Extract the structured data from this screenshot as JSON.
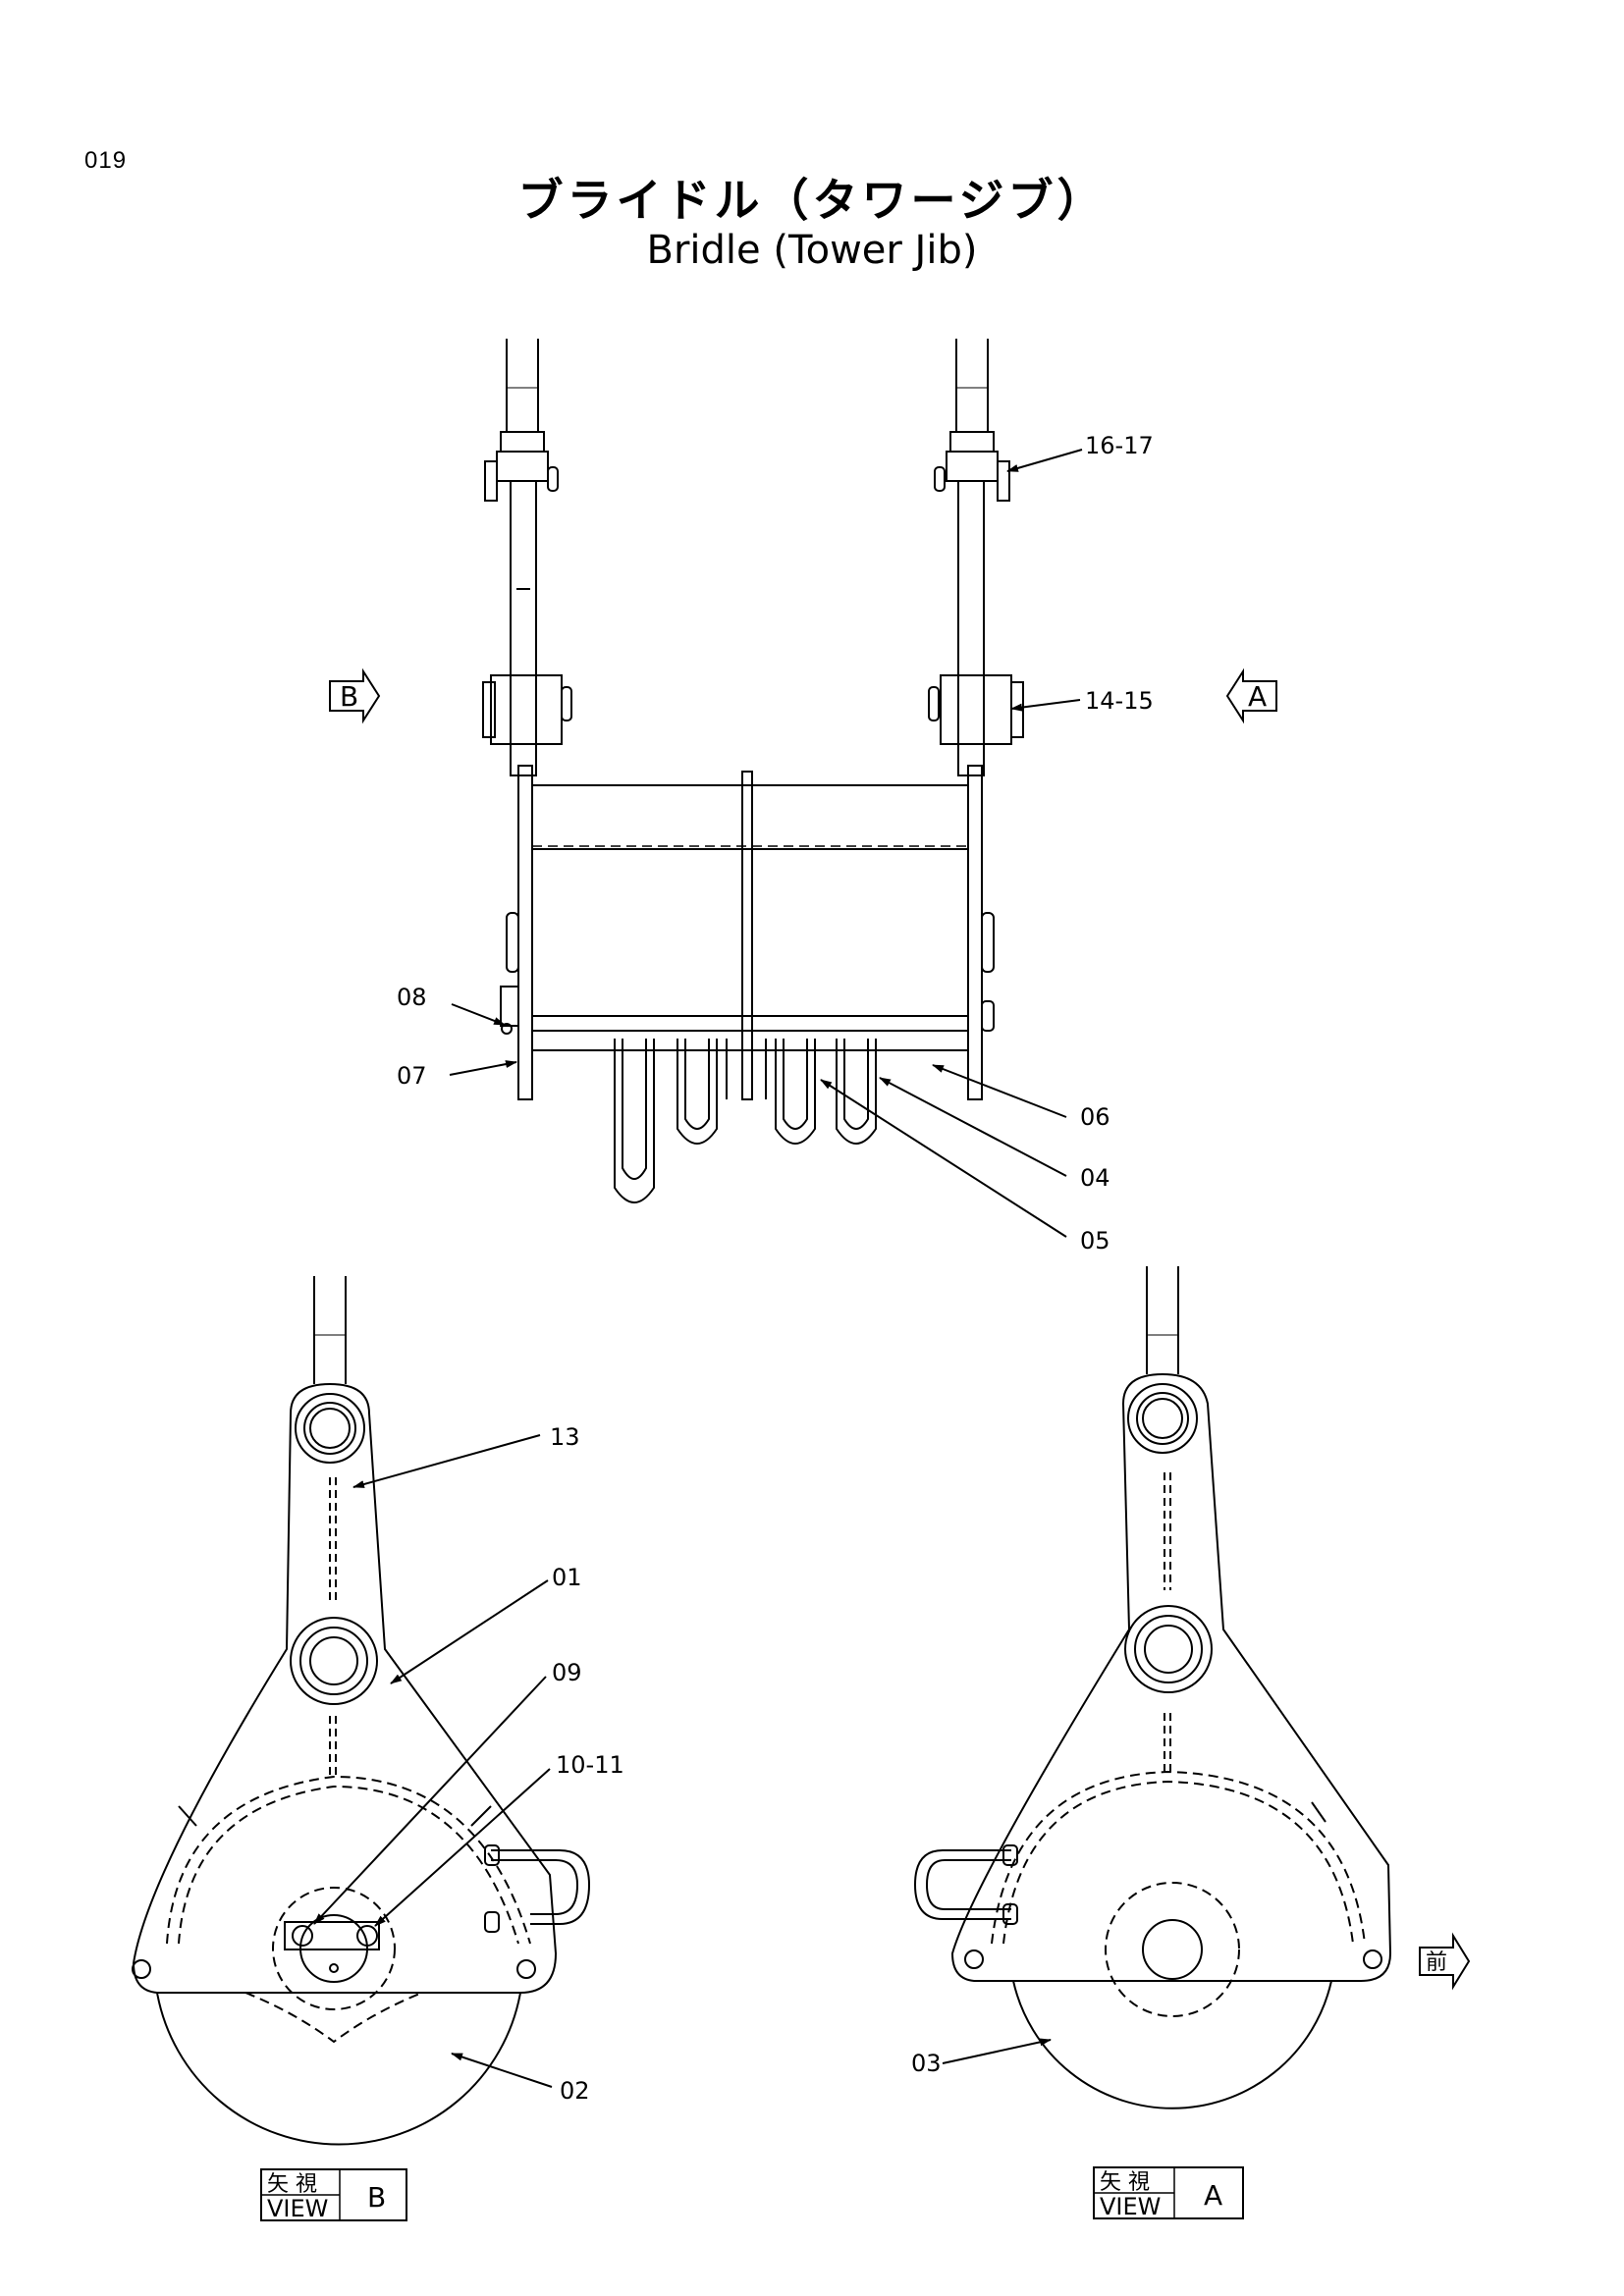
{
  "page_number": "019",
  "title": {
    "japanese": "ブライドル（タワージブ）",
    "english": "Bridle (Tower Jib)"
  },
  "view_markers": {
    "left_marker": "B",
    "right_marker": "A",
    "front_marker": "前"
  },
  "callouts": {
    "c16_17": "16-17",
    "c14_15": "14-15",
    "c08": "08",
    "c07": "07",
    "c06": "06",
    "c04": "04",
    "c05": "05",
    "c13": "13",
    "c01": "01",
    "c09": "09",
    "c10_11": "10-11",
    "c02": "02",
    "c03": "03"
  },
  "view_labels": {
    "view_b": {
      "japanese": "矢 視",
      "english": "VIEW",
      "letter": "B"
    },
    "view_a": {
      "japanese": "矢 視",
      "english": "VIEW",
      "letter": "A"
    }
  },
  "colors": {
    "line": "#000000",
    "background": "#ffffff"
  }
}
